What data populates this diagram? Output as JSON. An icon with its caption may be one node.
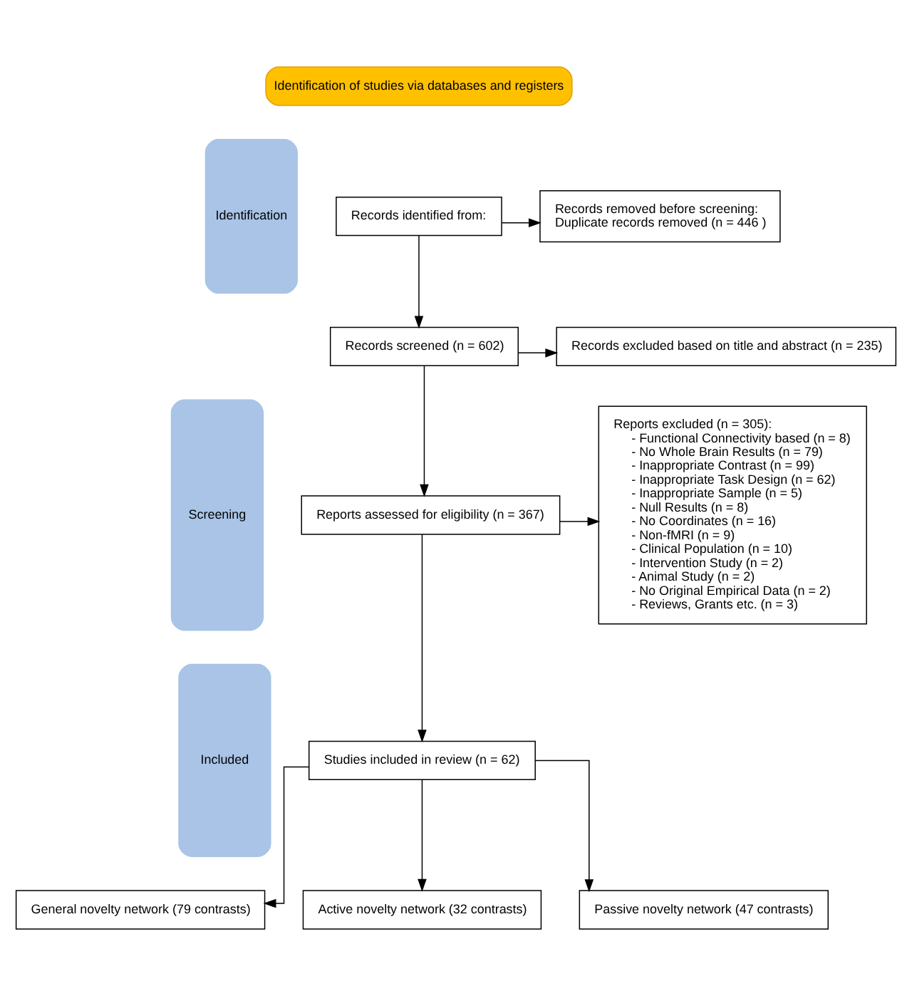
{
  "diagram": {
    "nodes": [
      {
        "text": [
          "Identification of studies via databases and registers"
        ]
      },
      {
        "text": [
          "Identification"
        ]
      },
      {
        "text": [
          "Screening"
        ]
      },
      {
        "text": [
          "Included"
        ]
      },
      {
        "text": [
          "Records identified from:"
        ]
      },
      {
        "text": [
          "Records removed before screening:",
          "Duplicate records removed (n = 446 )"
        ]
      },
      {
        "text": [
          "Records screened (n = 602)"
        ]
      },
      {
        "text": [
          "Records excluded based on title and abstract (n = 235)"
        ]
      },
      {
        "text": [
          "Reports assessed for eligibility (n = 367)"
        ]
      },
      {
        "text": [
          "Reports excluded (n = 305):",
          "- Functional Connectivity based (n = 8)",
          "- No Whole Brain Results (n = 79)",
          "- Inappropriate Contrast (n = 99)",
          "- Inappropriate Task Design (n = 62)",
          "- Inappropriate Sample (n = 5)",
          "- Null Results (n = 8)",
          "- No Coordinates (n = 16)",
          "- Non-fMRI (n = 9)",
          "- Clinical Population (n = 10)",
          "- Intervention Study (n = 2)",
          "- Animal Study (n = 2)",
          "- No Original Empirical Data (n = 2)",
          "- Reviews, Grants etc. (n = 3)"
        ]
      },
      {
        "text": [
          "Studies included in review (n = 62)"
        ]
      },
      {
        "text": [
          "General novelty network (79 contrasts)"
        ]
      },
      {
        "text": [
          "Active novelty network (32 contrasts)"
        ]
      },
      {
        "text": [
          "Passive novelty network (47 contrasts)"
        ]
      }
    ],
    "edges": [
      {
        "from": 4,
        "to": 5,
        "arrow": "to"
      },
      {
        "from": 4,
        "to": 6,
        "arrow": "to"
      },
      {
        "from": 6,
        "to": 7,
        "arrow": "to"
      },
      {
        "from": 6,
        "to": 8,
        "arrow": "to"
      },
      {
        "from": 8,
        "to": 9,
        "arrow": "to"
      },
      {
        "from": 8,
        "to": 10,
        "arrow": "to"
      },
      {
        "from": 10,
        "to": 11,
        "arrow": "to"
      },
      {
        "from": 10,
        "to": 12,
        "arrow": "to"
      },
      {
        "from": 10,
        "to": 13,
        "arrow": "to"
      }
    ]
  }
}
